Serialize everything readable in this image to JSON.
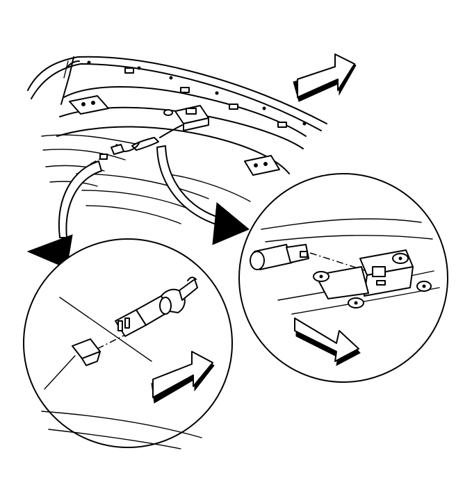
{
  "diagram": {
    "callouts": [
      {
        "name": "switch-connector-detail"
      },
      {
        "name": "module-connector-detail"
      }
    ],
    "direction_arrows": [
      "rear-direction-arrow",
      "detail-left-direction-arrow",
      "detail-right-direction-arrow"
    ],
    "colors": {
      "line": "#000000",
      "background": "#ffffff"
    }
  }
}
